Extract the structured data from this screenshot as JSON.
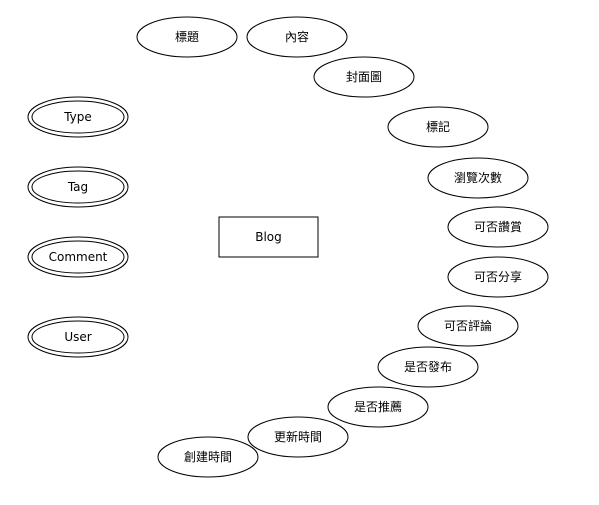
{
  "entity": {
    "name": "Blog"
  },
  "attributes": [
    "標題",
    "內容",
    "封面圖",
    "標記",
    "瀏覽次數",
    "可否讚賞",
    "可否分享",
    "可否評論",
    "是否發布",
    "是否推薦",
    "更新時間",
    "創建時間"
  ],
  "related_entities": [
    "Type",
    "Tag",
    "Comment",
    "User"
  ],
  "colors": {
    "stroke": "#000000",
    "fill": "#ffffff",
    "text": "#000000"
  }
}
